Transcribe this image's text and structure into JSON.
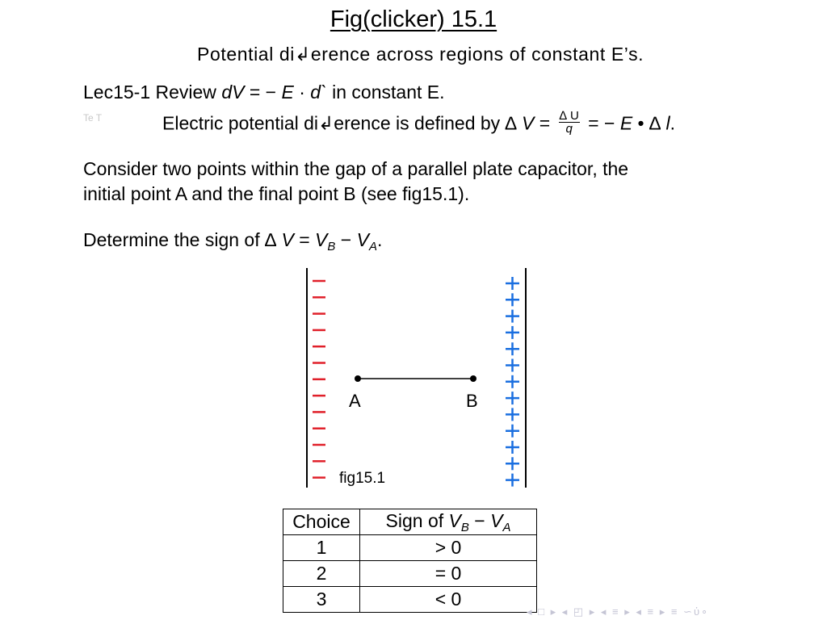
{
  "slide": {
    "title": "Fig(clicker) 15.1",
    "subtitle": "Potential di↲erence across regions of constant E’s.",
    "review_prefix": "Lec15-1 Review ",
    "review_dv": "dV",
    "review_eq": " = −",
    "review_E": "E",
    "review_dot": " · ",
    "review_dl": "d`",
    "review_suffix": " in constant E.",
    "ghost_text": "Te     T",
    "def_prefix": "Electric potential di↲erence is defined by ∆ ",
    "def_V": "V",
    "def_eq": " = ",
    "def_frac_num": "∆ U",
    "def_frac_den": "q",
    "def_eq2": " = −",
    "def_E": "E",
    "def_bullet": " • ∆ ",
    "def_l": "l",
    "def_end": ".",
    "consider_line1": "Consider two points within the gap of a parallel plate capacitor, the",
    "consider_line2": "initial point A and the final point B (see fig15.1).",
    "determine_prefix": "Determine the sign of ∆ ",
    "determine_V": "V",
    "determine_eq": " = ",
    "determine_VB": "V",
    "determine_sub_B": "B",
    "determine_minus": " − ",
    "determine_VA": "V",
    "determine_sub_A": "A",
    "determine_end": "."
  },
  "figure": {
    "point_a": "A",
    "point_b": "B",
    "caption": "fig15.1",
    "minus_sign": "−",
    "plus_sign": "+",
    "minus_count": 13,
    "plus_count": 13,
    "minus_color": "#e0202a",
    "plus_color": "#1a6fe0"
  },
  "choices": {
    "header_choice": "Choice",
    "header_sign_prefix": "Sign of ",
    "header_V": "V",
    "header_sub_B": "B",
    "header_minus": " − ",
    "header_V2": "V",
    "header_sub_A": "A",
    "rows": [
      {
        "choice": "1",
        "sign": "> 0"
      },
      {
        "choice": "2",
        "sign": "= 0"
      },
      {
        "choice": "3",
        "sign": "< 0"
      }
    ]
  },
  "navigation": {
    "glyphs": "◂ □ ▸  ◂ ◰ ▸  ◂ ≡ ▸  ◂ ≡ ▸   ≡   ∽ὐ∘"
  }
}
